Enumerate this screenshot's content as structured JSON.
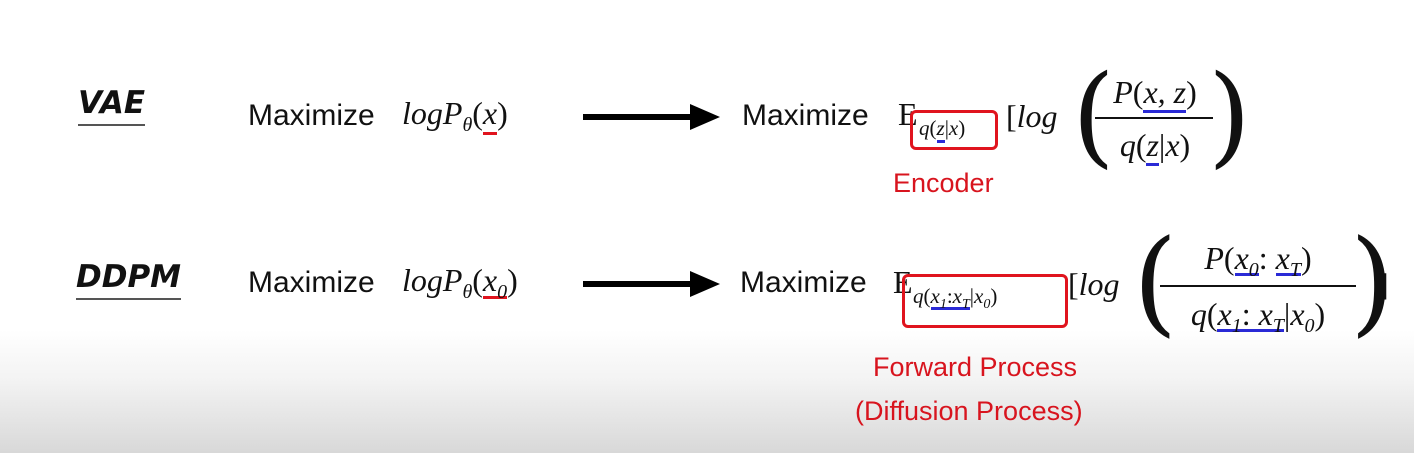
{
  "vae": {
    "label": "VAE",
    "left_word": "Maximize",
    "right_word": "Maximize",
    "expectation_symbol": "E",
    "expectation_subscript": "q(z|x)",
    "log": "log",
    "numerator": "P(x, z)",
    "denominator": "q(z|x)",
    "annotation": "Encoder"
  },
  "ddpm": {
    "label": "DDPM",
    "left_word": "Maximize",
    "right_word": "Maximize",
    "expectation_symbol": "E",
    "expectation_subscript": "q(x1:xT|x0)",
    "log": "log",
    "numerator": "P(x0: xT)",
    "denominator": "q(x1: xT|x0)",
    "annotation_line1": "Forward Process",
    "annotation_line2": "(Diffusion Process)"
  },
  "colors": {
    "highlight_red": "#e0141e",
    "highlight_blue": "#2a2ad6",
    "caption_red": "#d8141e"
  }
}
